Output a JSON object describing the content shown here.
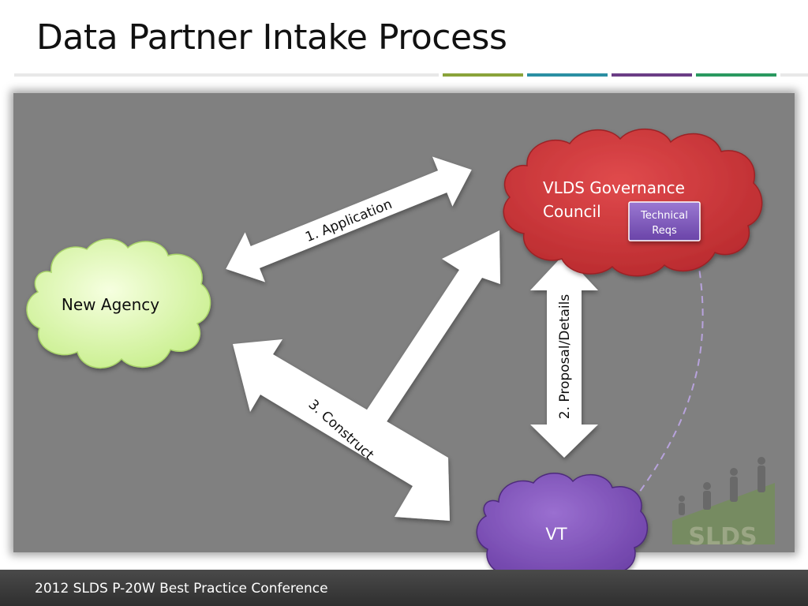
{
  "slide": {
    "title": "Data Partner Intake Process",
    "footer": "2012 SLDS P-20W Best Practice Conference",
    "accent_colors": [
      "#8aa33a",
      "#2b8fa3",
      "#6b3d86",
      "#2a9960"
    ]
  },
  "diagram": {
    "nodes": {
      "new_agency": "New Agency",
      "vlds_line1": "VLDS Governance",
      "vlds_line2": "Council",
      "technical_line1": "Technical",
      "technical_line2": "Reqs",
      "vt": "VT"
    },
    "arrows": {
      "application": "1. Application",
      "proposal": "2. Proposal/Details",
      "construct": "3. Construct"
    },
    "logo_text": "SLDS"
  }
}
